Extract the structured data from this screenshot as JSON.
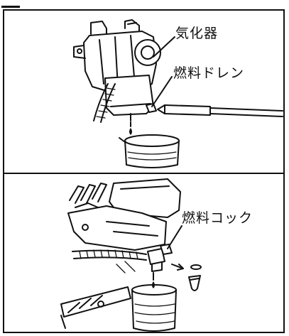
{
  "labels": {
    "carburetor": "気化器",
    "fuel_drain": "燃料ドレン",
    "fuel_cock": "燃料コック"
  }
}
